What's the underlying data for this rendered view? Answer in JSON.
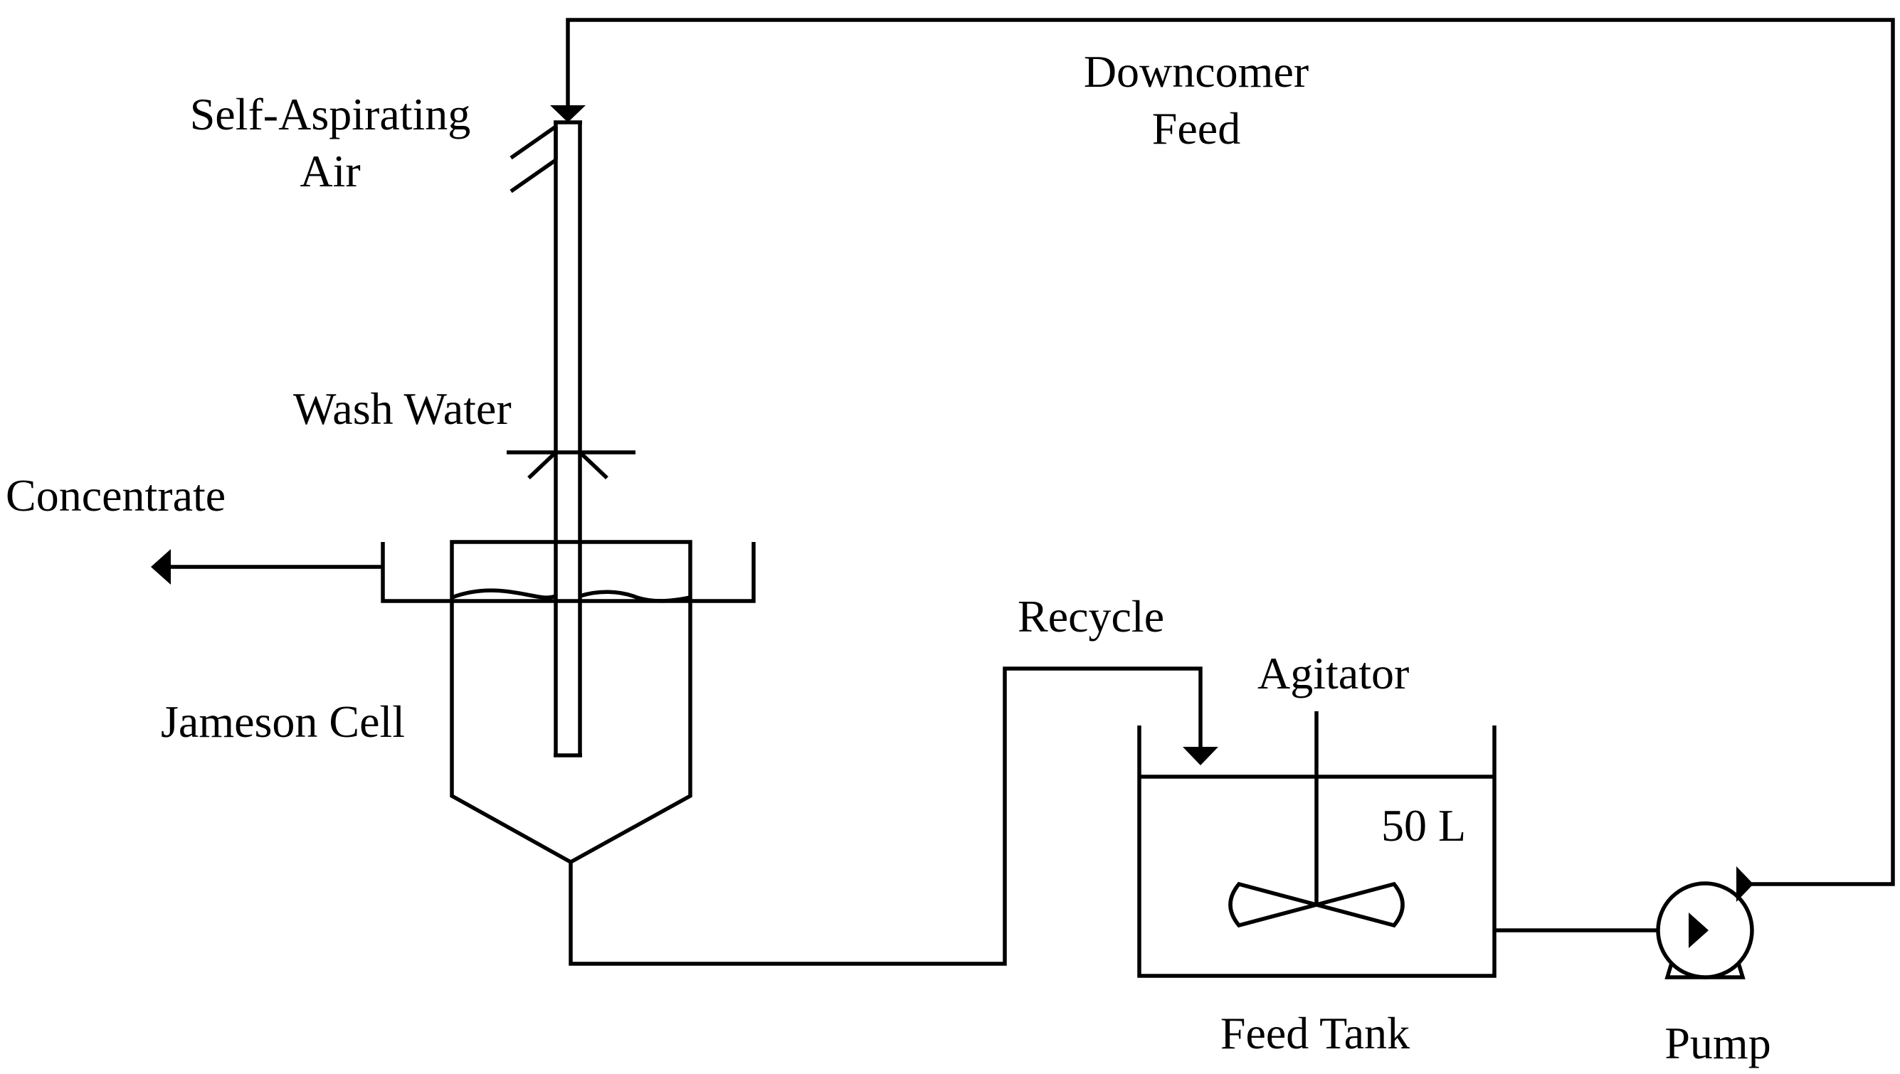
{
  "labels": {
    "downcomer_feed": [
      "Downcomer",
      "Feed"
    ],
    "self_aspirating_air": [
      "Self-Aspirating",
      "Air"
    ],
    "wash_water": "Wash Water",
    "concentrate": "Concentrate",
    "jameson_cell": "Jameson Cell",
    "recycle": "Recycle",
    "agitator": "Agitator",
    "volume": "50 L",
    "feed_tank": "Feed Tank",
    "pump": "Pump"
  }
}
